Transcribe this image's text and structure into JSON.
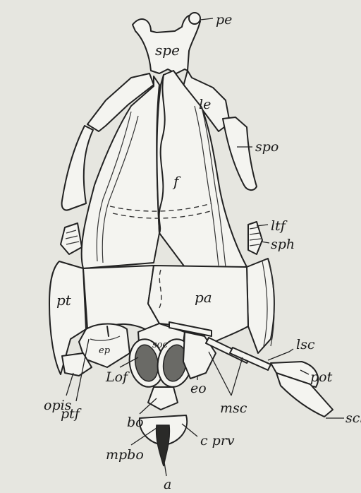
{
  "labels": {
    "pe": "pe",
    "spe": "spe",
    "le": "le",
    "spo": "spo",
    "f": "f",
    "ltf": "ltf",
    "sph": "sph",
    "pt": "pt",
    "pa": "pa",
    "ep": "ep",
    "soc": "soc",
    "lsc": "lsc",
    "pot": "pot",
    "scl": "scl",
    "msc": "msc",
    "eo": "eo",
    "lof": "Lof",
    "opis": "opis",
    "ptf": "ptf",
    "bo": "bo",
    "mpbo": "mpbo",
    "cprv": "c prv",
    "a": "a"
  }
}
